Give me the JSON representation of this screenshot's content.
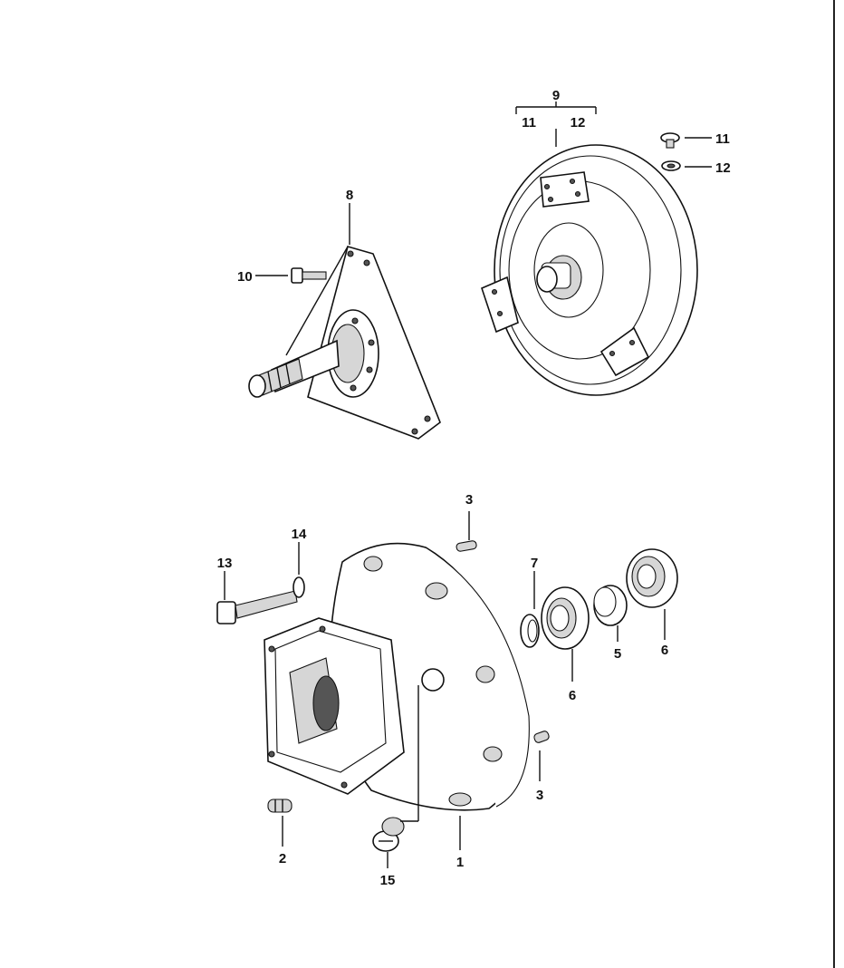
{
  "labels": {
    "part1": "1",
    "part2": "2",
    "part3_top": "3",
    "part3_bottom": "3",
    "part5": "5",
    "part6_left": "6",
    "part6_right": "6",
    "part7": "7",
    "part8": "8",
    "part9": "9",
    "part9_sub11": "11",
    "part9_sub12": "12",
    "part10": "10",
    "part11": "11",
    "part12": "12",
    "part13": "13",
    "part14": "14",
    "part15": "15"
  }
}
